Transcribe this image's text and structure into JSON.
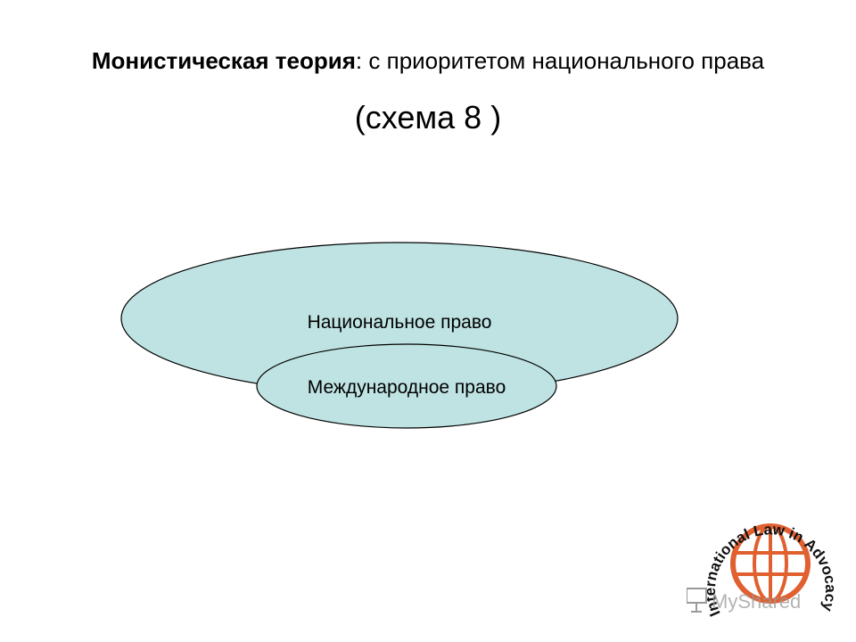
{
  "slide": {
    "title_bold": "Монистическая теория",
    "title_separator": ":",
    "title_rest": "с приоритетом национального права",
    "subtitle": "(схема 8 )"
  },
  "diagram": {
    "outer_label": "Национальное право",
    "inner_label": "Международное право",
    "fill_color": "#bfe3e3",
    "stroke_color": "#000000"
  },
  "logo": {
    "ring_text": "International Law in Advocacy",
    "watermark": "MyShared",
    "globe_color": "#e06030",
    "icon": "globe-icon"
  }
}
